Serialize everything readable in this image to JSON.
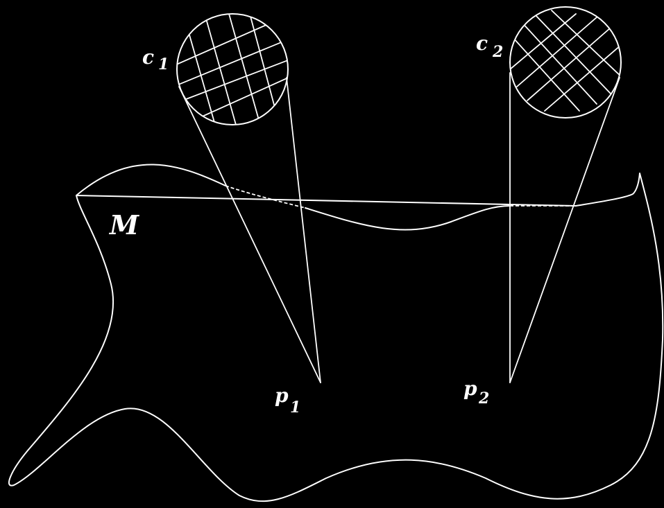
{
  "colors": {
    "background": "#000000",
    "stroke": "#ffffff",
    "text": "#ffffff"
  },
  "labels": {
    "manifold": "M",
    "c1_base": "c",
    "c1_sub": "1",
    "c2_base": "c",
    "c2_sub": "2",
    "p1_base": "p",
    "p1_sub": "1",
    "p2_base": "p",
    "p2_sub": "2"
  }
}
